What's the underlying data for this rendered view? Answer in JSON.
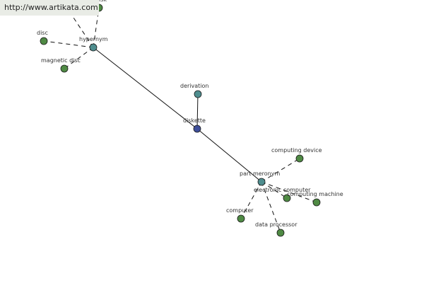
{
  "header": {
    "url": "http://www.artikata.com"
  },
  "colors": {
    "center_node": "#3f4f9a",
    "relation_node": "#4e8d8e",
    "leaf_node": "#4f8a44",
    "edge": "#111111"
  },
  "graph": {
    "nodes": [
      {
        "id": "diskette",
        "label": "diskette",
        "kind": "center"
      },
      {
        "id": "hypernym",
        "label": "hypernym",
        "kind": "relation"
      },
      {
        "id": "derivation",
        "label": "derivation",
        "kind": "relation"
      },
      {
        "id": "part-meronym",
        "label": "part meronym",
        "kind": "relation"
      },
      {
        "id": "disc",
        "label": "disc",
        "kind": "leaf"
      },
      {
        "id": "magnetic-disc",
        "label": "magnetic disc",
        "kind": "leaf"
      },
      {
        "id": "disk",
        "label": "c disk",
        "kind": "leaf"
      },
      {
        "id": "computing-device",
        "label": "computing device",
        "kind": "leaf"
      },
      {
        "id": "electronic-computer",
        "label": "electronic computer",
        "kind": "leaf"
      },
      {
        "id": "computing-machine",
        "label": "computing machine",
        "kind": "leaf"
      },
      {
        "id": "computer",
        "label": "computer",
        "kind": "leaf"
      },
      {
        "id": "data-processor",
        "label": "data processor",
        "kind": "leaf"
      }
    ],
    "edges": [
      {
        "from": "diskette",
        "to": "hypernym",
        "style": "solid"
      },
      {
        "from": "diskette",
        "to": "derivation",
        "style": "solid"
      },
      {
        "from": "diskette",
        "to": "part-meronym",
        "style": "solid"
      },
      {
        "from": "hypernym",
        "to": "disc",
        "style": "dashed"
      },
      {
        "from": "hypernym",
        "to": "magnetic-disc",
        "style": "dashed"
      },
      {
        "from": "hypernym",
        "to": "disk",
        "style": "dashed"
      },
      {
        "from": "hypernym",
        "to": "offscreen",
        "style": "dashed"
      },
      {
        "from": "part-meronym",
        "to": "computing-device",
        "style": "dashed"
      },
      {
        "from": "part-meronym",
        "to": "electronic-computer",
        "style": "dashed"
      },
      {
        "from": "part-meronym",
        "to": "computing-machine",
        "style": "dashed"
      },
      {
        "from": "part-meronym",
        "to": "computer",
        "style": "dashed"
      },
      {
        "from": "part-meronym",
        "to": "data-processor",
        "style": "dashed"
      }
    ]
  }
}
